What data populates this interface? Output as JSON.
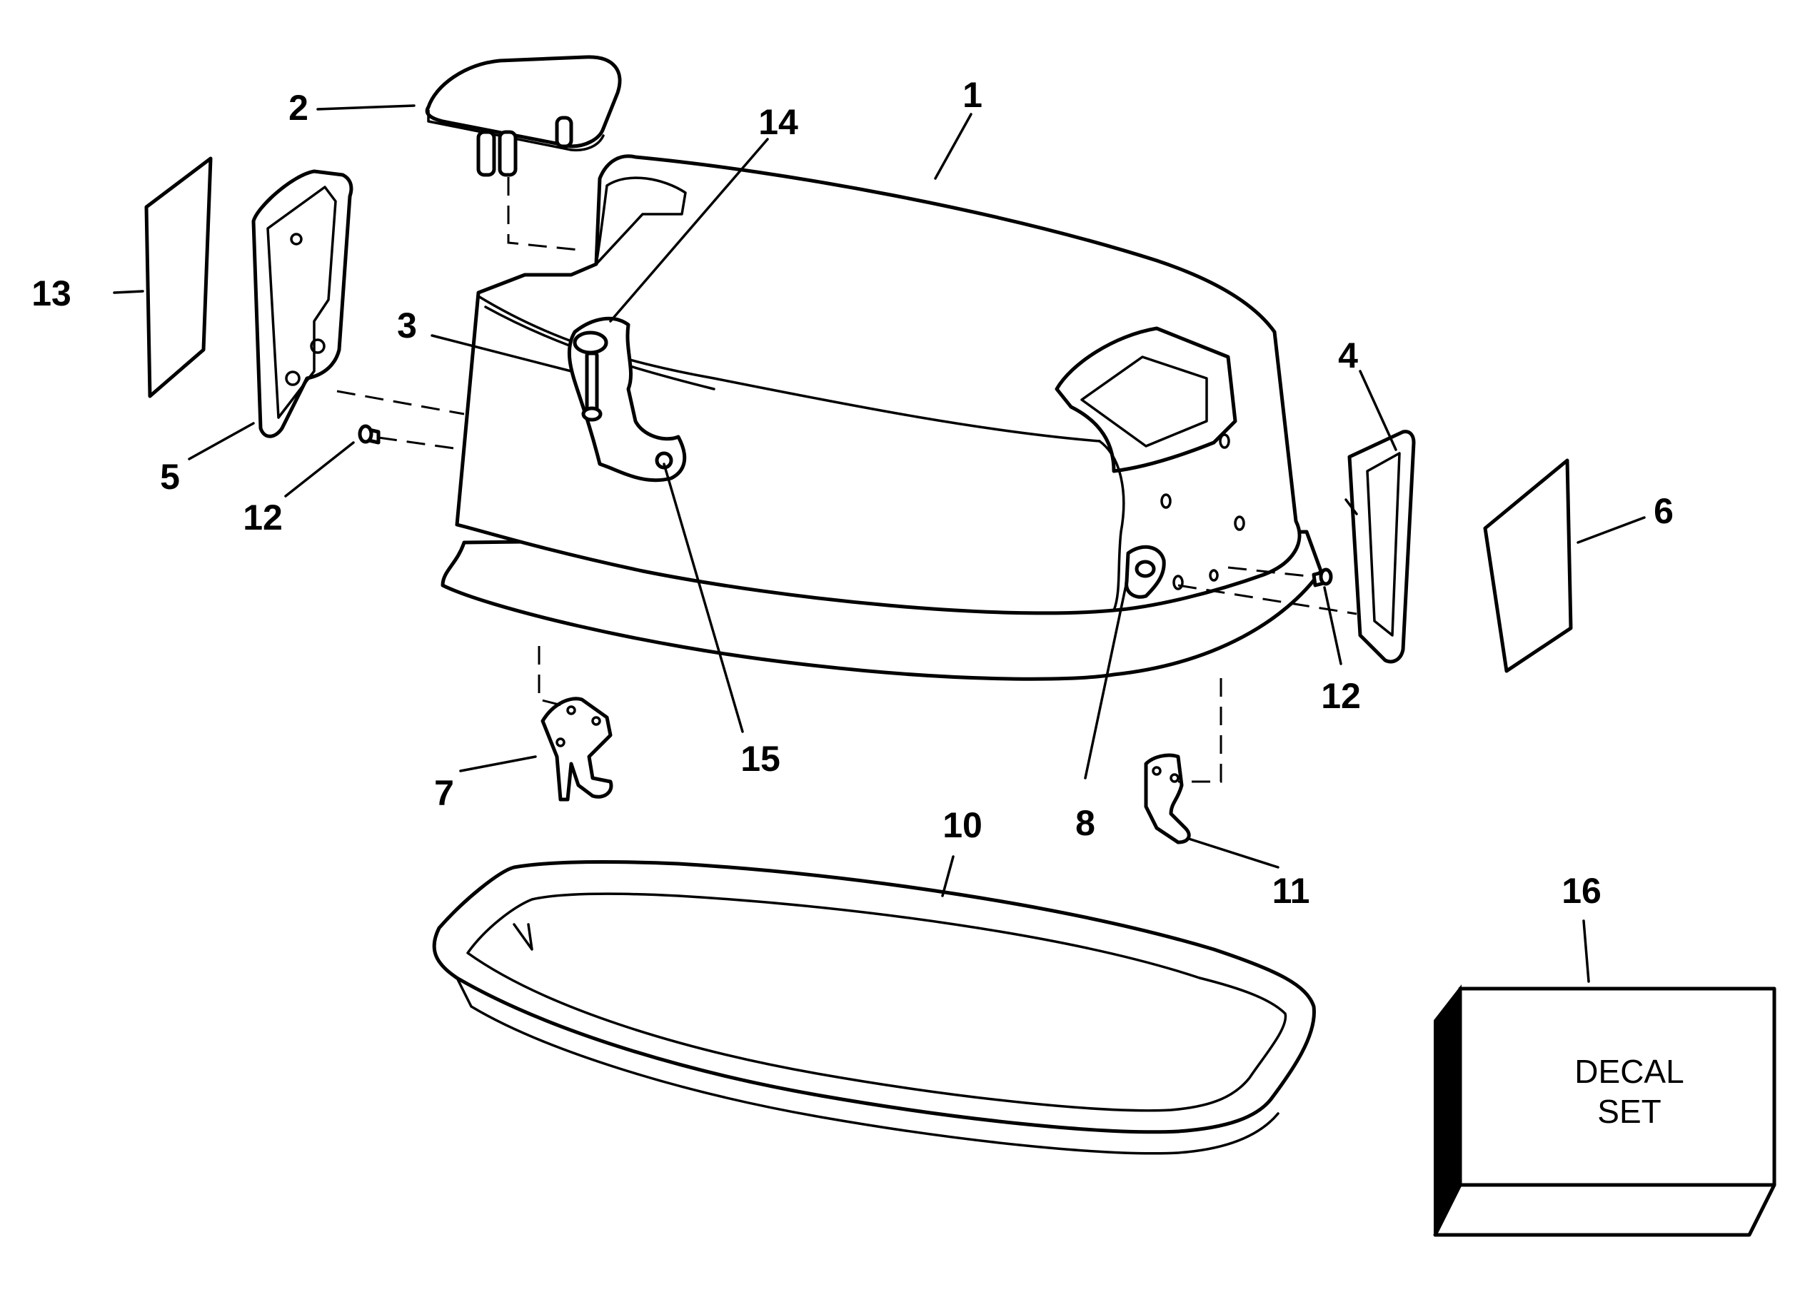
{
  "callouts": {
    "c1": "1",
    "c2": "2",
    "c3": "3",
    "c4": "4",
    "c5": "5",
    "c6": "6",
    "c7": "7",
    "c8": "8",
    "c10": "10",
    "c11": "11",
    "c12a": "12",
    "c12b": "12",
    "c13": "13",
    "c14": "14",
    "c15": "15",
    "c16": "16"
  },
  "decal_box": {
    "line1": "DECAL",
    "line2": "SET"
  },
  "colors": {
    "ink": "#000000",
    "paper": "#ffffff"
  }
}
